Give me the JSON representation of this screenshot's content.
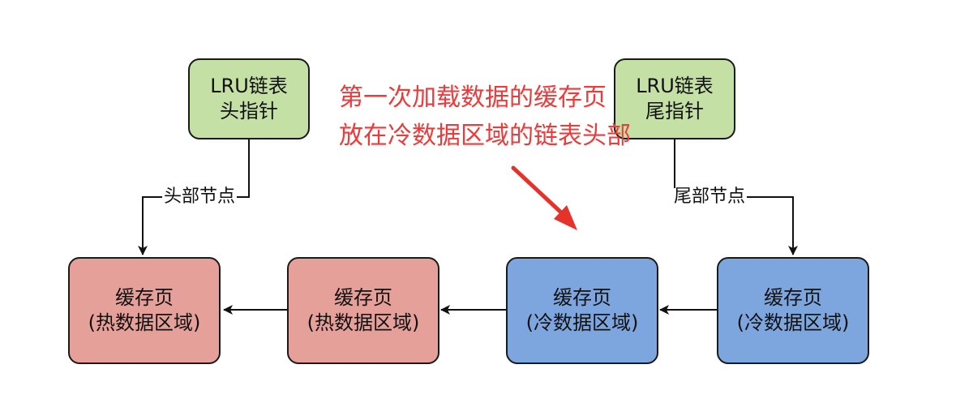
{
  "colors": {
    "pointer_fill": "#c5e0a5",
    "hot_fill": "#e6a09a",
    "cold_fill": "#7ea6de",
    "annotation_text": "#ee3a3a",
    "annotation_arrow": "#e6322b",
    "line": "#111111"
  },
  "pointers": {
    "head": {
      "line1": "LRU链表",
      "line2": "头指针"
    },
    "tail": {
      "line1": "LRU链表",
      "line2": "尾指针"
    }
  },
  "edge_labels": {
    "head": "头部节点",
    "tail": "尾部节点"
  },
  "annotation": {
    "line1": "第一次加载数据的缓存页",
    "line2": "放在冷数据区域的链表头部"
  },
  "pages": [
    {
      "title": "缓存页",
      "region": "(热数据区域)",
      "zone": "hot"
    },
    {
      "title": "缓存页",
      "region": "(热数据区域)",
      "zone": "hot"
    },
    {
      "title": "缓存页",
      "region": "(冷数据区域)",
      "zone": "cold"
    },
    {
      "title": "缓存页",
      "region": "(冷数据区域)",
      "zone": "cold"
    }
  ]
}
